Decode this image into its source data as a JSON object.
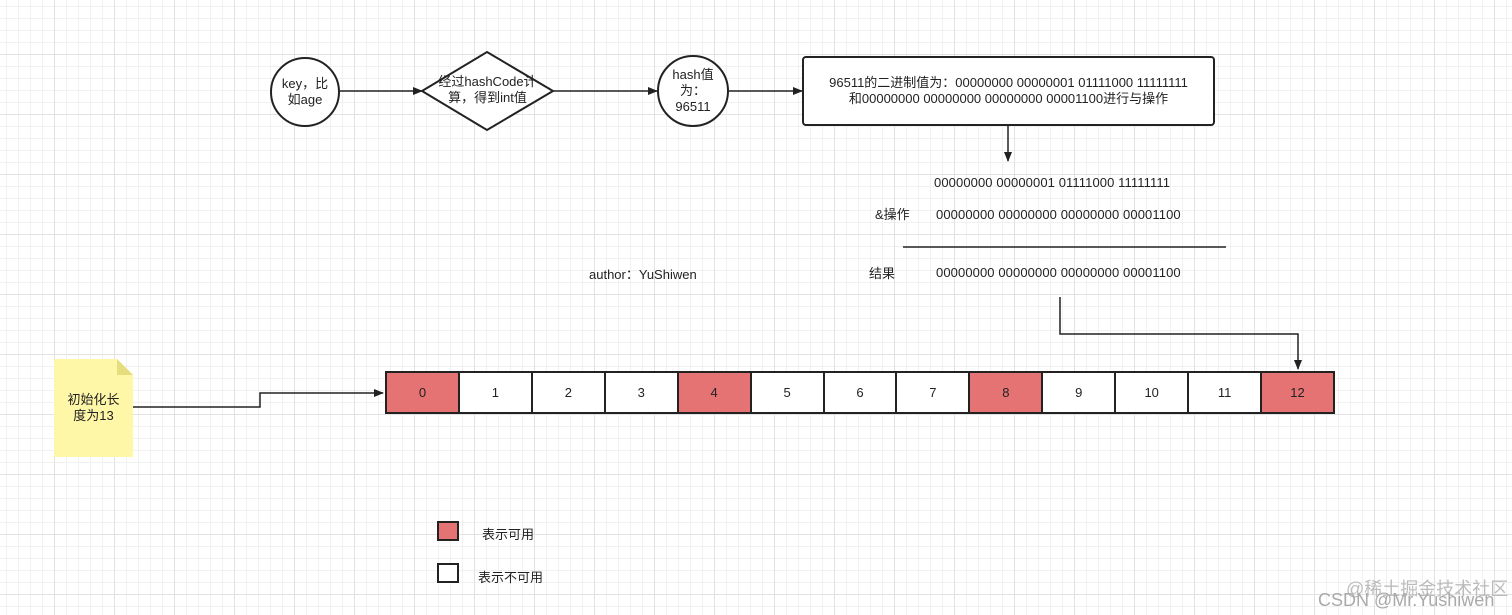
{
  "nodes": {
    "key": {
      "line1": "key，比",
      "line2": "如age"
    },
    "hashcode": {
      "line1": "经过hashCode计",
      "line2": "算，得到int值"
    },
    "hashvalue": {
      "line1": "hash值",
      "line2": "为：",
      "line3": "96511"
    },
    "binary_box": {
      "line1": "96511的二进制值为：00000000 00000001 01111000 11111111",
      "line2": "和00000000 00000000 00000000 00001100进行与操作"
    }
  },
  "calc": {
    "operand1": "00000000 00000001 01111000 11111111",
    "and_label": "&操作",
    "operand2": "00000000 00000000 00000000 00001100",
    "result_label": "结果",
    "result": "00000000 00000000 00000000 00001100"
  },
  "author": "author：YuShiwen",
  "note": {
    "line1": "初始化长",
    "line2": "度为13"
  },
  "array": {
    "cells": [
      "0",
      "1",
      "2",
      "3",
      "4",
      "5",
      "6",
      "7",
      "8",
      "9",
      "10",
      "11",
      "12"
    ],
    "available": [
      true,
      false,
      false,
      false,
      true,
      false,
      false,
      false,
      true,
      false,
      false,
      false,
      true
    ],
    "color_available": "#e57373",
    "color_unavailable": "#ffffff"
  },
  "legend": {
    "available": "表示可用",
    "unavailable": "表示不可用"
  },
  "watermark": {
    "line1": "@稀土掘金技术社区",
    "line2": "CSDN @Mr.Yushiwen"
  }
}
